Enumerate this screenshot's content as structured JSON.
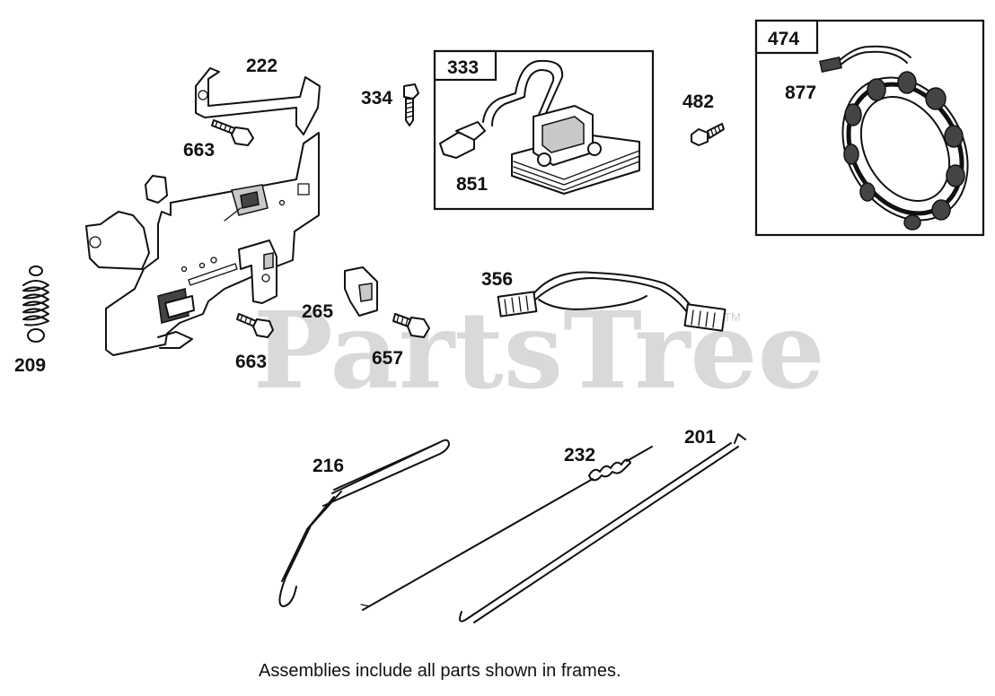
{
  "watermark": {
    "text": "PartsTree",
    "trademark": "TM"
  },
  "caption": "Assemblies include all parts shown in frames.",
  "frames": [
    {
      "label": "333"
    },
    {
      "label": "474"
    }
  ],
  "parts": [
    {
      "number": "222"
    },
    {
      "number": "663"
    },
    {
      "number": "334"
    },
    {
      "number": "851"
    },
    {
      "number": "482"
    },
    {
      "number": "877"
    },
    {
      "number": "209"
    },
    {
      "number": "265"
    },
    {
      "number": "663"
    },
    {
      "number": "657"
    },
    {
      "number": "356"
    },
    {
      "number": "216"
    },
    {
      "number": "232"
    },
    {
      "number": "201"
    }
  ]
}
